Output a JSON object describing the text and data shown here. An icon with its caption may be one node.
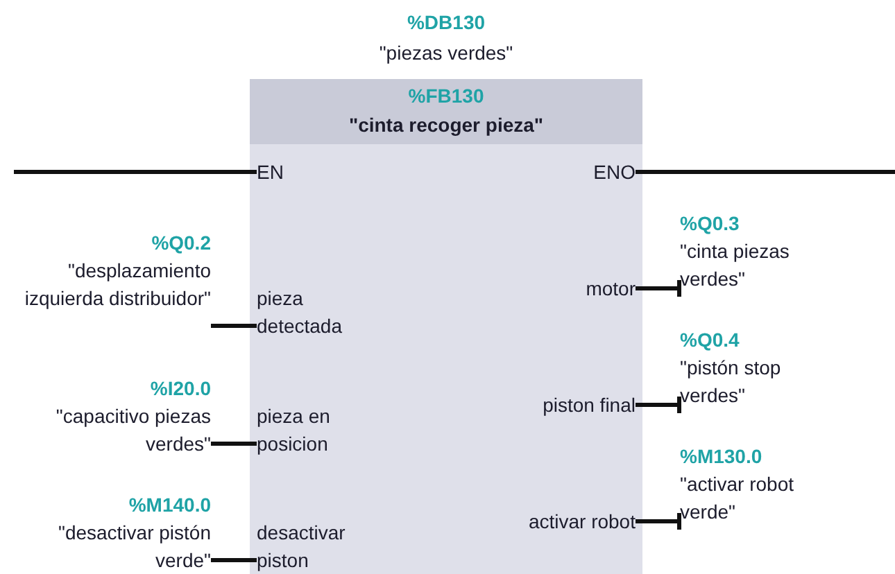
{
  "diagram": {
    "nodes": [
      {
        "text": [
          "%FB130",
          "\"cinta recoger pieza\""
        ],
        "beside": [
          "%DB130",
          "\"piezas verdes\""
        ]
      },
      {
        "text": [
          "EN"
        ],
        "in": 0
      },
      {
        "text": [
          "ENO"
        ],
        "in": 0
      },
      {
        "text": [
          "%Q0.2",
          "\"desplazamiento izquierda distribuidor\""
        ]
      },
      {
        "text": [
          "pieza detectada"
        ],
        "in": 0
      },
      {
        "text": [
          "motor"
        ],
        "in": 0
      },
      {
        "text": [
          "%Q0.3",
          "\"cinta piezas verdes\""
        ]
      },
      {
        "text": [
          "%I20.0",
          "\"capacitivo piezas verdes\""
        ]
      },
      {
        "text": [
          "pieza en posicion"
        ],
        "in": 0
      },
      {
        "text": [
          "piston final"
        ],
        "in": 0
      },
      {
        "text": [
          "%Q0.4",
          "\"pistón stop verdes\""
        ]
      },
      {
        "text": [
          "%M140.0",
          "\"desactivar pistón verde\""
        ]
      },
      {
        "text": [
          "desactivar piston"
        ],
        "in": 0
      },
      {
        "text": [
          "activar robot"
        ],
        "in": 0
      },
      {
        "text": [
          "%M130.0",
          "\"activar robot verde\""
        ]
      }
    ],
    "edges": [
      {
        "from": null,
        "to": 1,
        "arrow": "none"
      },
      {
        "from": 2,
        "to": null,
        "arrow": "none"
      },
      {
        "from": 3,
        "to": 4,
        "arrow": "none"
      },
      {
        "from": 5,
        "to": 6,
        "arrow": "other"
      },
      {
        "from": 7,
        "to": 8,
        "arrow": "none"
      },
      {
        "from": 9,
        "to": 10,
        "arrow": "other"
      },
      {
        "from": 11,
        "to": 12,
        "arrow": "none"
      },
      {
        "from": 13,
        "to": 14,
        "arrow": "other"
      }
    ]
  }
}
